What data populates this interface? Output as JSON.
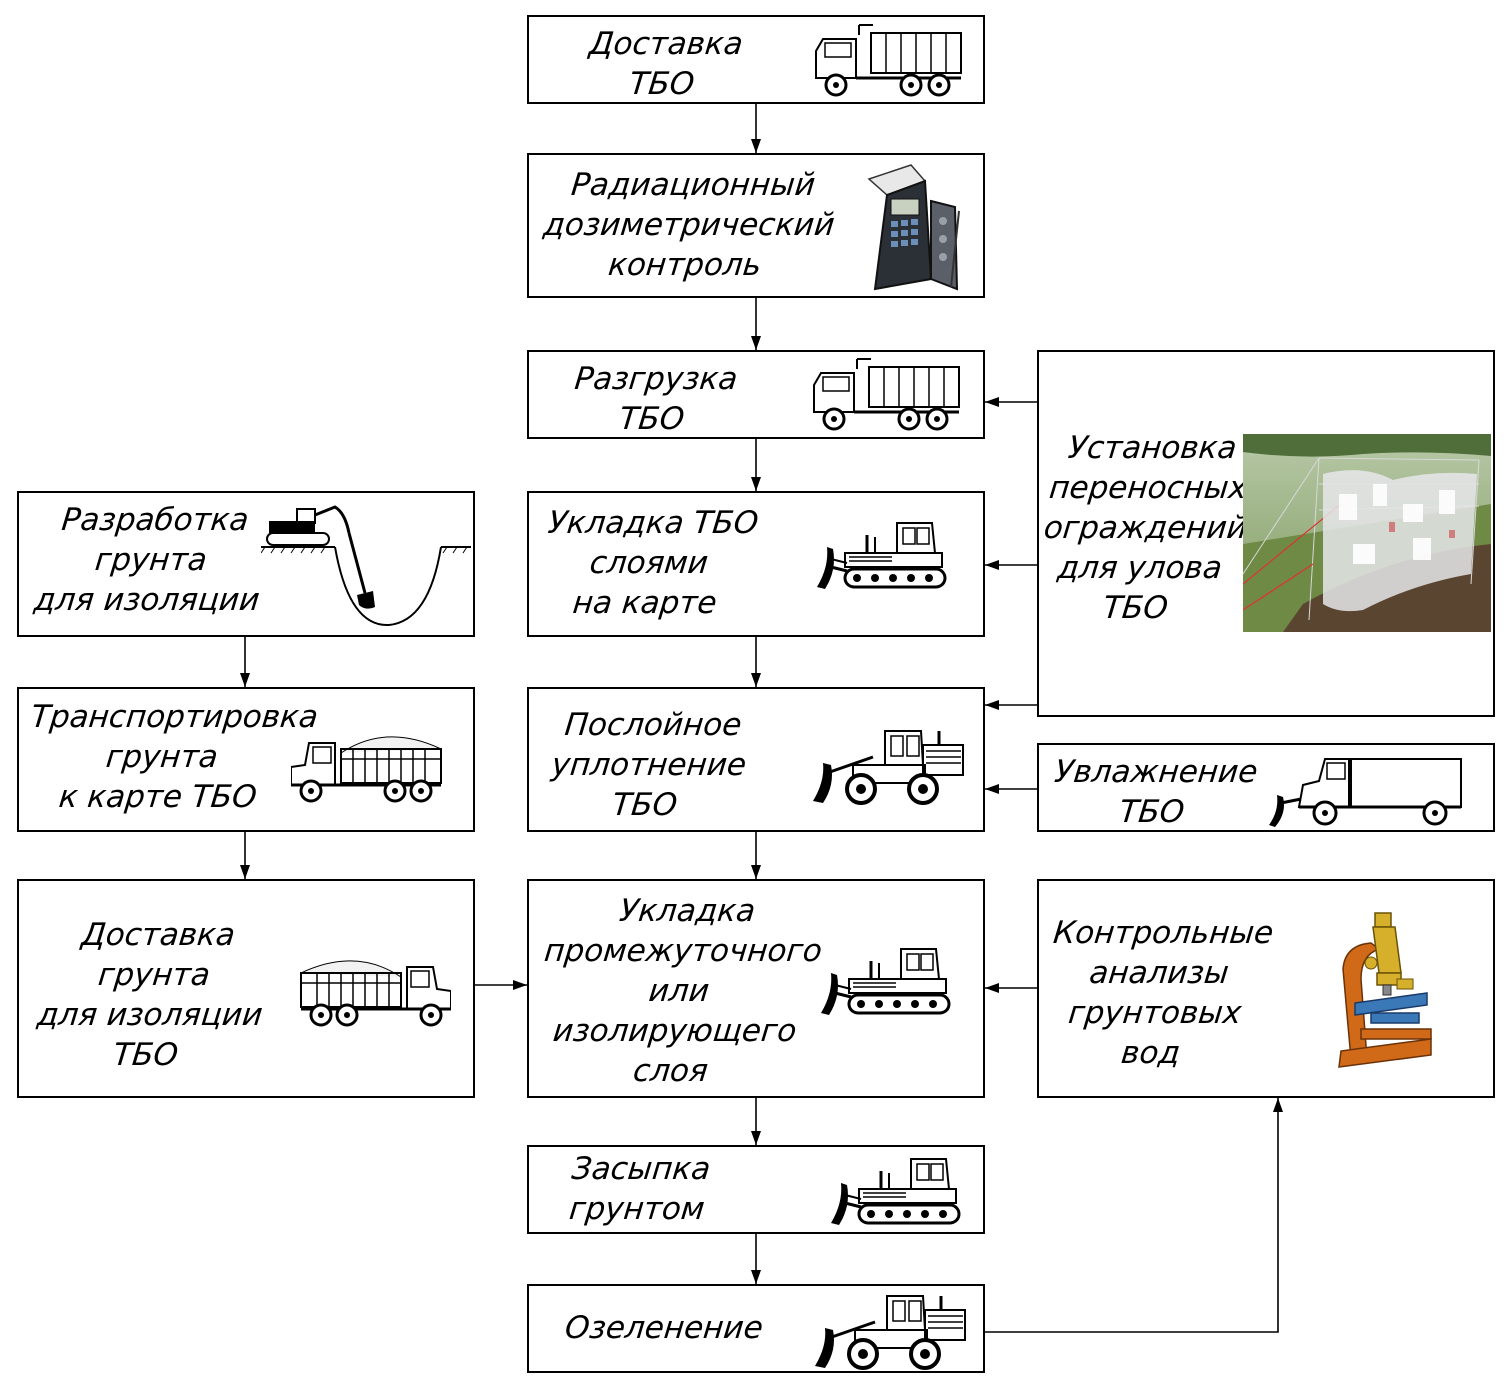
{
  "nodes": {
    "delivery_msw": {
      "lines": [
        "Доставка",
        "ТБО"
      ],
      "icon": "dump-truck-icon"
    },
    "radiation_control": {
      "lines": [
        "Радиационный",
        "дозиметрический",
        "контроль"
      ],
      "icon": "dosimeter-icon"
    },
    "unloading_msw": {
      "lines": [
        "Разгрузка",
        "ТБО"
      ],
      "icon": "dump-truck-icon"
    },
    "layering_msw": {
      "lines": [
        "Укладка ТБО",
        "слоями",
        "на карте"
      ],
      "icon": "bulldozer-icon"
    },
    "compaction_msw": {
      "lines": [
        "Послойное",
        "уплотнение",
        "ТБО"
      ],
      "icon": "wheel-loader-icon"
    },
    "intermediate_layer": {
      "lines": [
        "Укладка",
        "промежуточного",
        "или",
        "изолирующего",
        "слоя"
      ],
      "icon": "bulldozer-icon"
    },
    "backfill": {
      "lines": [
        "Засыпка",
        "грунтом"
      ],
      "icon": "bulldozer-icon"
    },
    "greening": {
      "lines": [
        "Озеленение"
      ],
      "icon": "wheel-loader-icon"
    },
    "soil_excavation": {
      "lines": [
        "Разработка",
        "грунта",
        "для изоляции"
      ],
      "icon": "excavator-icon"
    },
    "soil_transport": {
      "lines": [
        "Транспортировка",
        "грунта",
        "к карте ТБО"
      ],
      "icon": "loaded-truck-icon"
    },
    "soil_delivery": {
      "lines": [
        "Доставка",
        "грунта",
        "для изоляции",
        "ТБО"
      ],
      "icon": "loaded-truck-icon"
    },
    "portable_fences": {
      "lines": [
        "Установка",
        "переносных",
        "ограждений",
        "для улова",
        "ТБО"
      ],
      "icon": "litter-fence-photo"
    },
    "moistening": {
      "lines": [
        "Увлажнение",
        "ТБО"
      ],
      "icon": "water-truck-icon"
    },
    "groundwater_analysis": {
      "lines": [
        "Контрольные",
        "анализы",
        "грунтовых",
        "вод"
      ],
      "icon": "microscope-icon"
    }
  },
  "edges": [
    {
      "from": "delivery_msw",
      "to": "radiation_control"
    },
    {
      "from": "radiation_control",
      "to": "unloading_msw"
    },
    {
      "from": "unloading_msw",
      "to": "layering_msw"
    },
    {
      "from": "layering_msw",
      "to": "compaction_msw"
    },
    {
      "from": "compaction_msw",
      "to": "intermediate_layer"
    },
    {
      "from": "intermediate_layer",
      "to": "backfill"
    },
    {
      "from": "backfill",
      "to": "greening"
    },
    {
      "from": "soil_excavation",
      "to": "soil_transport"
    },
    {
      "from": "soil_transport",
      "to": "soil_delivery"
    },
    {
      "from": "soil_delivery",
      "to": "intermediate_layer"
    },
    {
      "from": "portable_fences",
      "to": "unloading_msw"
    },
    {
      "from": "portable_fences",
      "to": "layering_msw"
    },
    {
      "from": "portable_fences",
      "to": "compaction_msw"
    },
    {
      "from": "moistening",
      "to": "compaction_msw"
    },
    {
      "from": "groundwater_analysis",
      "to": "intermediate_layer"
    },
    {
      "from": "greening",
      "to": "groundwater_analysis"
    }
  ]
}
